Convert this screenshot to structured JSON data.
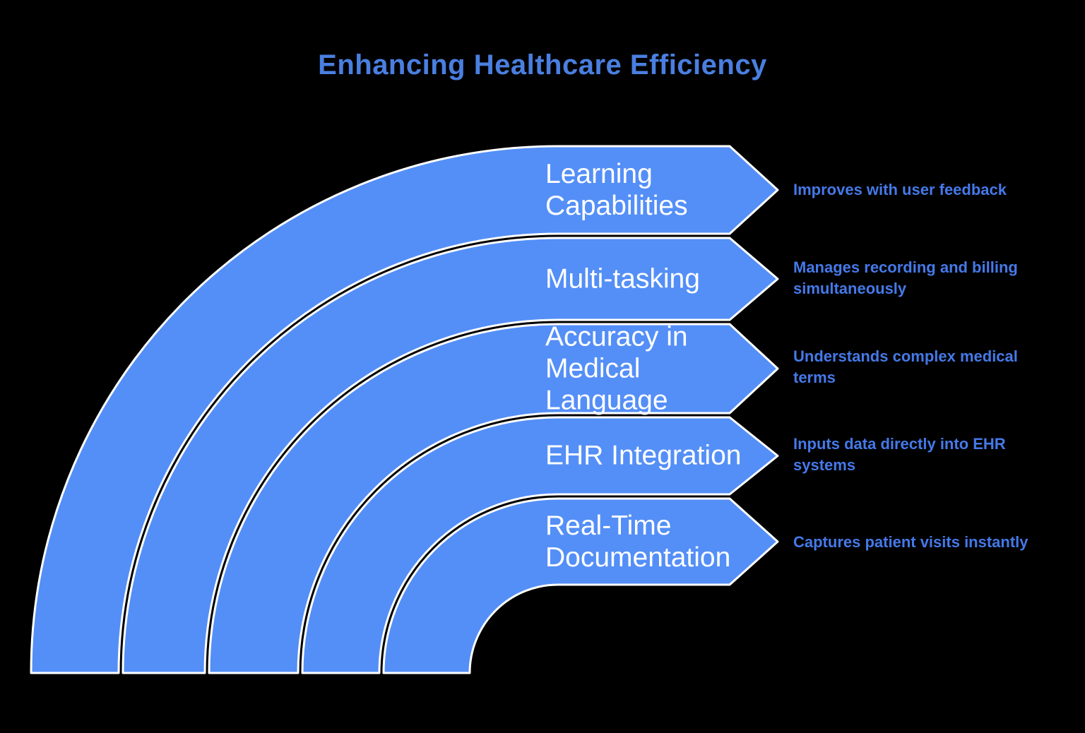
{
  "title": "Enhancing Healthcare Efficiency",
  "colors": {
    "background": "#000000",
    "band": "#548FF7",
    "band_stroke": "#FFFFFF",
    "label_text": "#FFFFFF",
    "title_text": "#4A7FE0",
    "description_text": "#4579E8"
  },
  "items": [
    {
      "label": "Learning\nCapabilities",
      "description": "Improves with user feedback"
    },
    {
      "label": "Multi-tasking",
      "description": "Manages recording and billing\nsimultaneously"
    },
    {
      "label": "Accuracy in\nMedical\nLanguage",
      "description": "Understands complex medical\nterms"
    },
    {
      "label": "EHR Integration",
      "description": "Inputs data directly into EHR\nsystems"
    },
    {
      "label": "Real-Time\nDocumentation",
      "description": "Captures patient visits instantly"
    }
  ]
}
